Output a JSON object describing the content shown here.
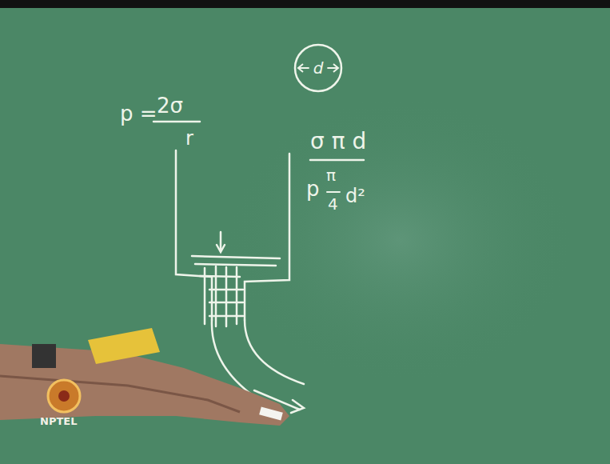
{
  "diagram": {
    "nodes": [
      {
        "text": [
          "d"
        ]
      }
    ],
    "labels": [
      "p =",
      "2σ",
      "r",
      "σ π d",
      "p",
      "π",
      "4",
      "d²",
      "NPTEL"
    ]
  }
}
